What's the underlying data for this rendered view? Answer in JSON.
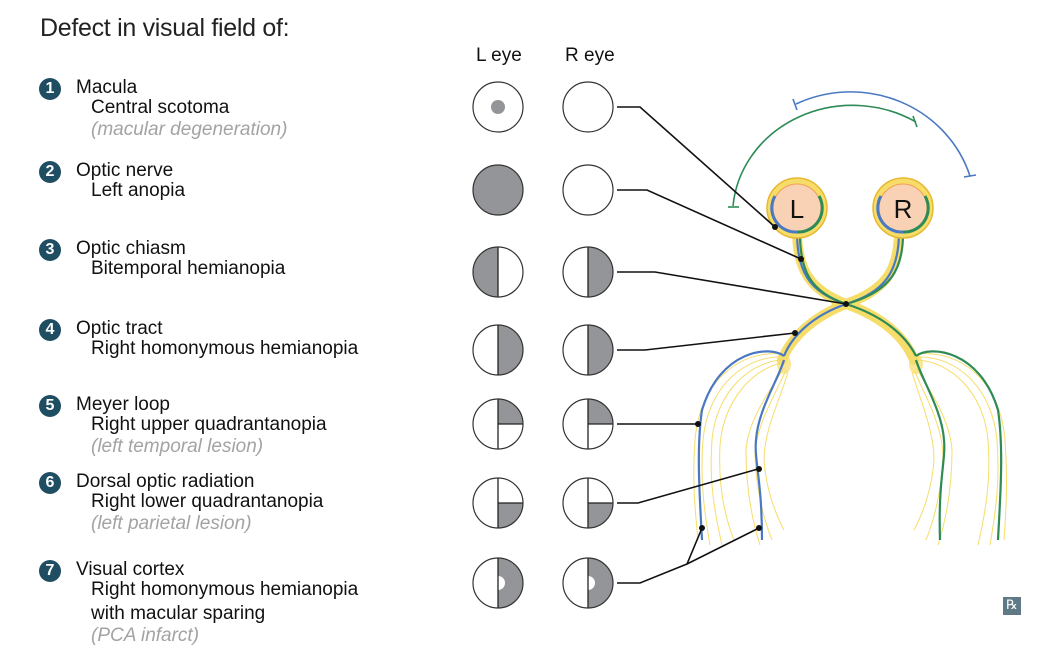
{
  "title": "Defect in visual field of:",
  "columns": {
    "left": "L eye",
    "right": "R eye"
  },
  "eye_labels": {
    "left": "L",
    "right": "R"
  },
  "colors": {
    "badge": "#1f4e63",
    "defect_fill": "#939598",
    "left_field_pathway": "#4a78c2",
    "right_field_pathway": "#2e8b57",
    "nerve_sheath": "#f6dd6a",
    "globe_fill": "#f9d2b5",
    "note_gray": "#a3a3a3"
  },
  "items": [
    {
      "number": "1",
      "structure": "Macula",
      "defect": "Central scotoma",
      "note": "(macular degeneration)",
      "left_field": "central",
      "right_field": "none"
    },
    {
      "number": "2",
      "structure": "Optic nerve",
      "defect": "Left anopia",
      "note": "",
      "left_field": "full",
      "right_field": "none"
    },
    {
      "number": "3",
      "structure": "Optic chiasm",
      "defect": "Bitemporal hemianopia",
      "note": "",
      "left_field": "left-half",
      "right_field": "right-half"
    },
    {
      "number": "4",
      "structure": "Optic tract",
      "defect": "Right homonymous hemianopia",
      "note": "",
      "left_field": "right-half",
      "right_field": "right-half"
    },
    {
      "number": "5",
      "structure": "Meyer loop",
      "defect": "Right upper quadrantanopia",
      "note": "(left temporal lesion)",
      "left_field": "right-upper",
      "right_field": "right-upper"
    },
    {
      "number": "6",
      "structure": "Dorsal optic radiation",
      "defect": "Right lower quadrantanopia",
      "note": "(left parietal lesion)",
      "left_field": "right-lower",
      "right_field": "right-lower"
    },
    {
      "number": "7",
      "structure": "Visual cortex",
      "defect": "Right homonymous hemianopia",
      "defect_line2": "with macular sparing",
      "note": "(PCA infarct)",
      "left_field": "right-half-macular-sparing",
      "right_field": "right-half-macular-sparing"
    }
  ],
  "logo": "℞"
}
